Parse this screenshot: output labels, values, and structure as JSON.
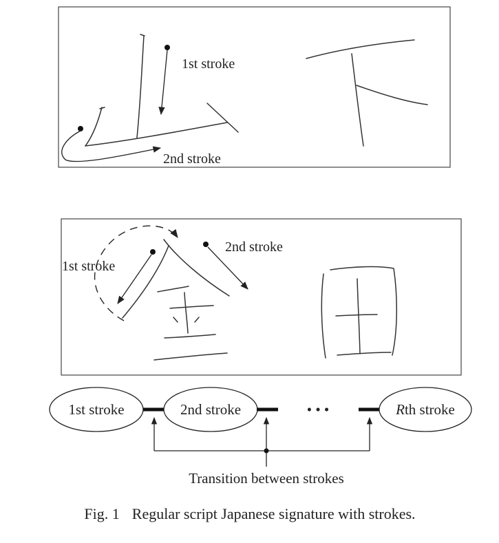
{
  "panel_top": {
    "label_1st": "1st stroke",
    "label_2nd": "2nd stroke"
  },
  "panel_bottom": {
    "label_1st": "1st stroke",
    "label_2nd": "2nd stroke"
  },
  "stroke_sequence": {
    "nodes": [
      "1st stroke",
      "2nd stroke",
      "• • •",
      "th stroke"
    ],
    "last_node_var": "R",
    "transition_label": "Transition between strokes"
  },
  "caption": {
    "number": "Fig. 1",
    "text": "Regular script Japanese signature with strokes."
  }
}
